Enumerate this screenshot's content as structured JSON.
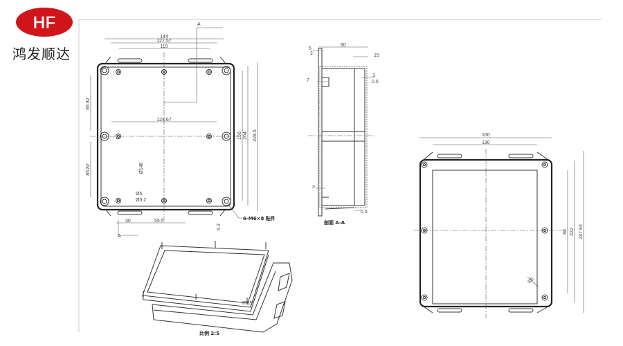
{
  "logo": {
    "text": "HF",
    "brand_name": "鸿发顺达",
    "color": "#d0151b"
  },
  "front_view": {
    "section_marker": "A",
    "dims": {
      "width_overall": "144",
      "width_flange": "127.57",
      "width_slots": "110",
      "hole_span": "128.67",
      "v_upper": "85.82",
      "v_lower": "85.82",
      "h_inner": "156",
      "h_mid": "204",
      "h_overall": "228.5",
      "hole_dia": "Ø5",
      "hole_dia2": "Ø3.2",
      "circle": "Ø148",
      "slot_offset": "30",
      "slot_span": "55.5",
      "tab": "5.3"
    },
    "note": "6-M6×8 贴件"
  },
  "section_view": {
    "dims": {
      "depth": "60",
      "d5": "5",
      "d2": "2",
      "d15": "15",
      "d7": "7",
      "d3a": "3",
      "d05a": "0.5",
      "d3b": "3",
      "d05b": "0.5"
    },
    "title": "剖面 A-A"
  },
  "bottom_view": {
    "dims": {
      "w160": "160",
      "w130": "130",
      "h88": "88",
      "h222": "222",
      "h247": "247.93",
      "radius": "R5"
    }
  },
  "iso_view": {
    "scale_label": "比例 2:5",
    "label_mark": "IP65"
  }
}
